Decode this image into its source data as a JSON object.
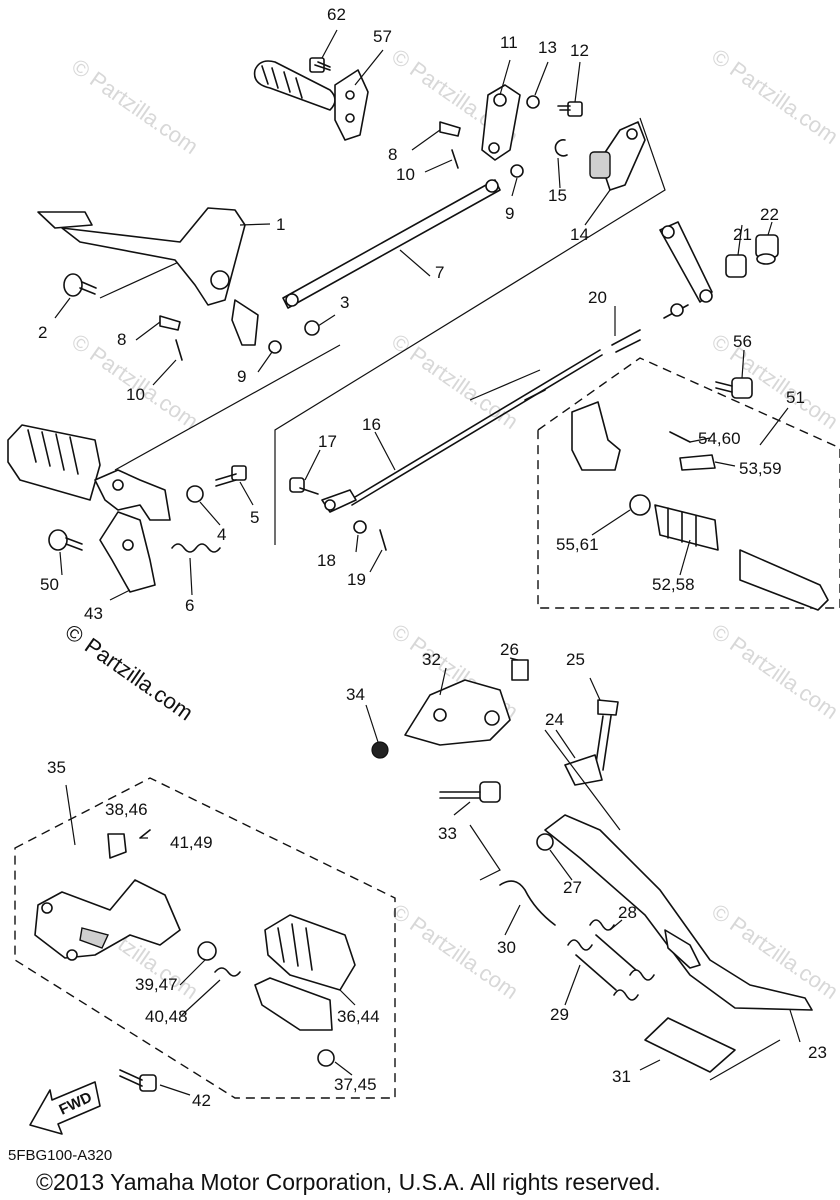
{
  "callouts": {
    "c62": "62",
    "c57": "57",
    "c11": "11",
    "c13": "13",
    "c12": "12",
    "c8a": "8",
    "c10a": "10",
    "c9a": "9",
    "c15": "15",
    "c14": "14",
    "c1": "1",
    "c7": "7",
    "c21": "21",
    "c22": "22",
    "c2": "2",
    "c8b": "8",
    "c3": "3",
    "c9b": "9",
    "c10b": "10",
    "c20": "20",
    "c56": "56",
    "c51": "51",
    "c16": "16",
    "c17": "17",
    "c5": "5",
    "c4": "4",
    "c54_60": "54,60",
    "c53_59": "53,59",
    "c55_61": "55,61",
    "c52_58": "52,58",
    "c18": "18",
    "c19": "19",
    "c50": "50",
    "c6": "6",
    "c43": "43",
    "c32": "32",
    "c26": "26",
    "c25": "25",
    "c34": "34",
    "c24": "24",
    "c35": "35",
    "c33": "33",
    "c38_46": "38,46",
    "c41_49": "41,49",
    "c27": "27",
    "c28": "28",
    "c30": "30",
    "c39_47": "39,47",
    "c40_48": "40,48",
    "c36_44": "36,44",
    "c29": "29",
    "c23": "23",
    "c31": "31",
    "c37_45": "37,45",
    "c42": "42"
  },
  "watermark": {
    "small": "© Partzilla.com",
    "large_symbol": "©",
    "large_text": "Partzilla.com"
  },
  "fwd_label": "FWD",
  "diagram_code": "5FBG100-A320",
  "copyright": "©2013  Yamaha Motor Corporation, U.S.A. All rights reserved."
}
